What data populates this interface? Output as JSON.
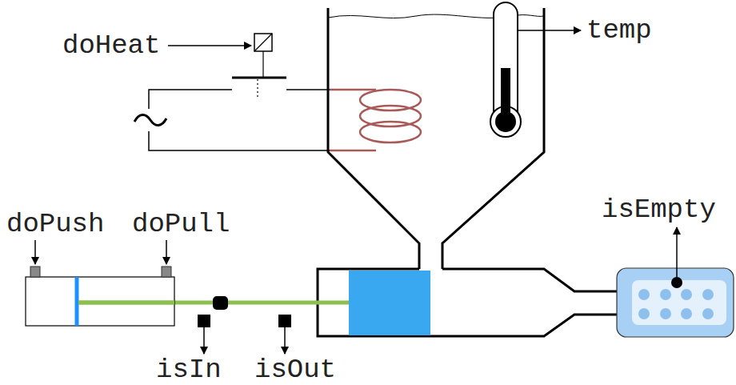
{
  "diagram": {
    "labels": [
      "doHeat",
      "temp",
      "doPush",
      "doPull",
      "isEmpty",
      "isIn",
      "isOut"
    ]
  }
}
